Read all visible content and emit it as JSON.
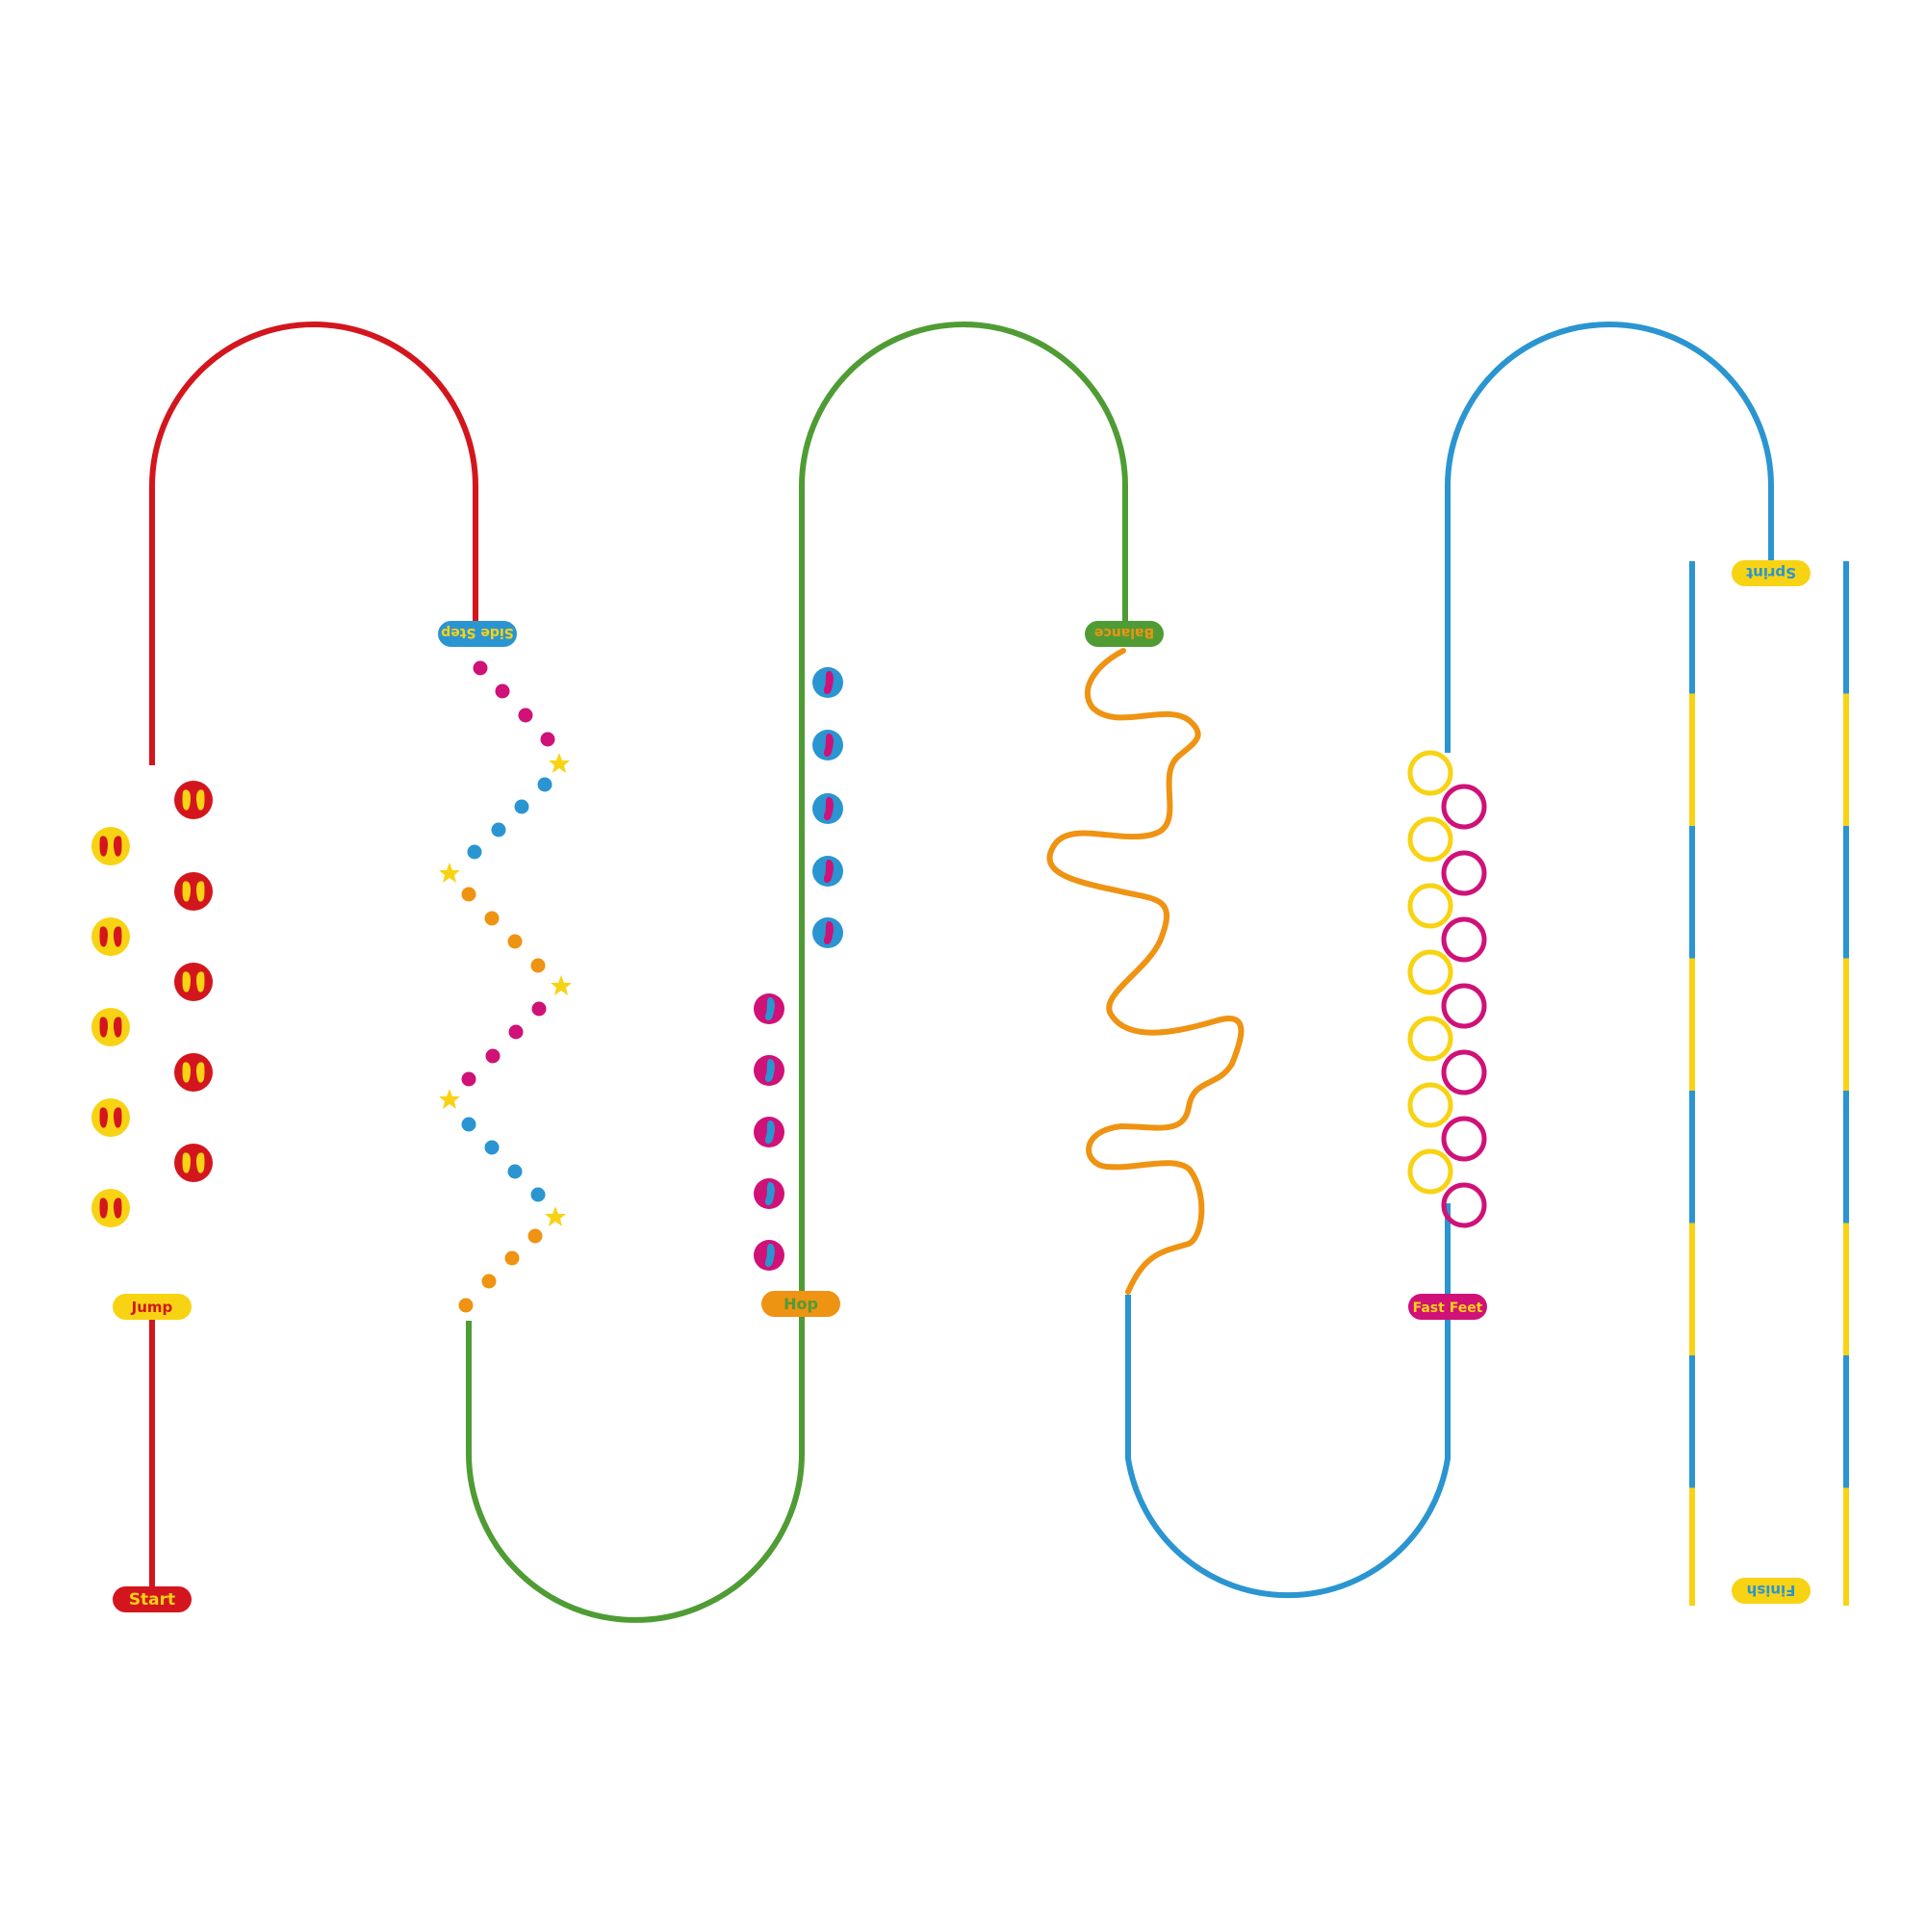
{
  "colors": {
    "red": "#d3161e",
    "green": "#4f9c34",
    "blue": "#2a95d1",
    "yellow": "#f8d313",
    "orange": "#ef9313",
    "magenta": "#cf1178",
    "white": "#ffffff"
  },
  "labels": {
    "start": "Start",
    "jump": "Jump",
    "side_step": "Side Step",
    "hop": "Hop",
    "balance": "Balance",
    "fast_feet": "Fast Feet",
    "sprint": "Sprint",
    "finish": "Finish"
  },
  "icons": {
    "two_feet": "two-feet-icon",
    "single_foot": "foot-icon",
    "star": "star-icon",
    "hoop": "hoop-ring"
  }
}
